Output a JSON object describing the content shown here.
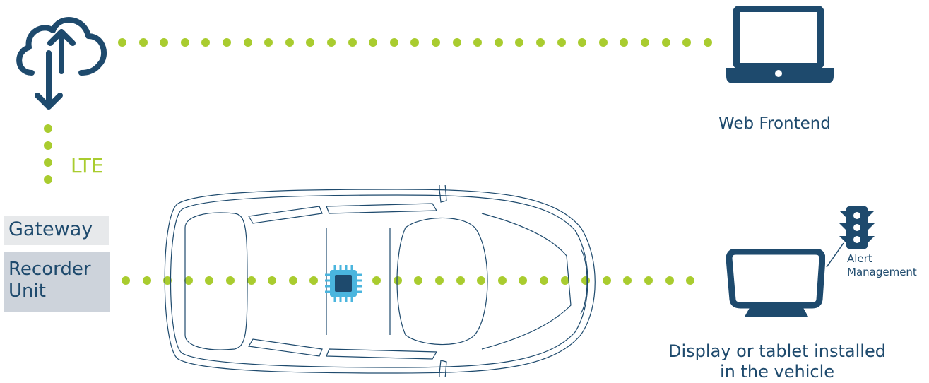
{
  "colors": {
    "dot": "#a9cc2f",
    "navy": "#1e4a6d",
    "lte": "#a9cc2f",
    "chip": "#4ab5de",
    "car_outline": "#1e4a6d"
  },
  "labels": {
    "lte": "LTE",
    "gateway": "Gateway",
    "recorder_unit": "Recorder\nUnit",
    "web_frontend": "Web Frontend",
    "alert_management": "Alert\nManagement",
    "display_tablet": "Display or tablet installed in the vehicle"
  },
  "icons": {
    "cloud": "cloud-upload-download-icon",
    "laptop": "laptop-icon",
    "traffic_light": "traffic-light-icon",
    "display": "display-tablet-icon",
    "chip": "chip-icon",
    "car": "car-top-view-icon"
  }
}
